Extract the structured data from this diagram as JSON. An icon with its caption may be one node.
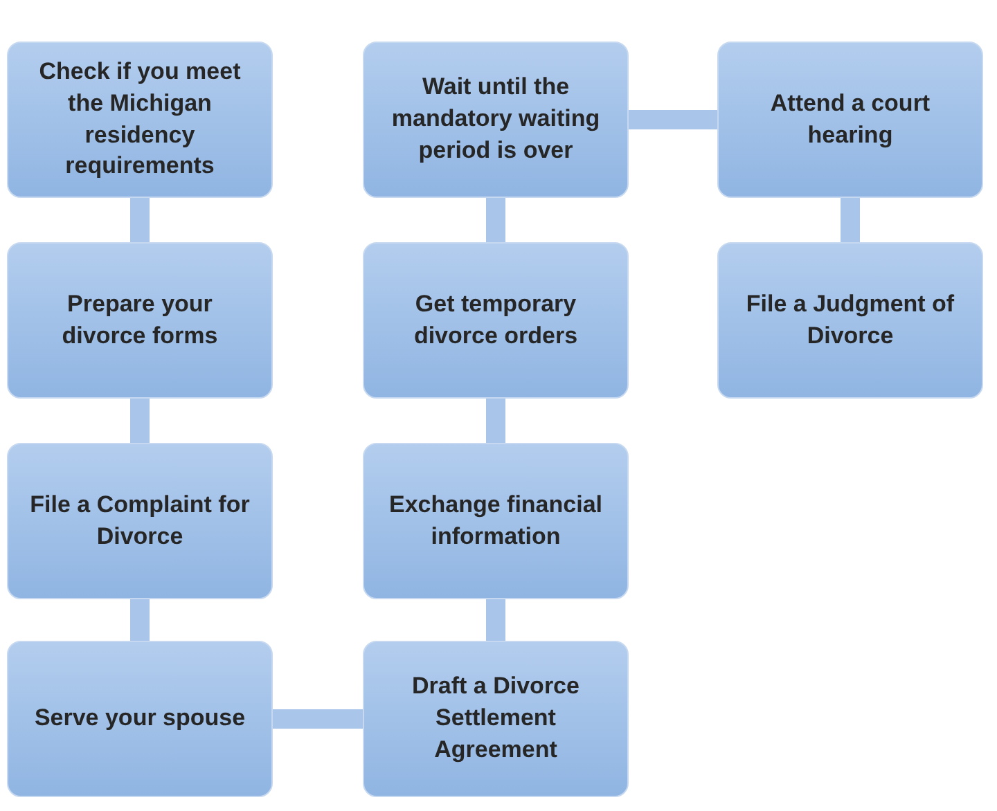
{
  "diagram": {
    "nodes": [
      {
        "text": [
          "Check if you meet the Michigan residency requirements"
        ]
      },
      {
        "text": [
          "Prepare your divorce forms"
        ]
      },
      {
        "text": [
          "File a Complaint for Divorce"
        ]
      },
      {
        "text": [
          "Serve your spouse"
        ]
      },
      {
        "text": [
          "Draft a Divorce Settlement Agreement"
        ]
      },
      {
        "text": [
          "Exchange financial information"
        ]
      },
      {
        "text": [
          "Get temporary divorce orders"
        ]
      },
      {
        "text": [
          "Wait until the mandatory waiting period is over"
        ]
      },
      {
        "text": [
          "Attend a court hearing"
        ]
      },
      {
        "text": [
          "File a Judgment of Divorce"
        ]
      }
    ],
    "edges": [
      {
        "from": 0,
        "to": 1,
        "arrow": "none"
      },
      {
        "from": 1,
        "to": 2,
        "arrow": "none"
      },
      {
        "from": 2,
        "to": 3,
        "arrow": "none"
      },
      {
        "from": 3,
        "to": 4,
        "arrow": "none"
      },
      {
        "from": 4,
        "to": 5,
        "arrow": "none"
      },
      {
        "from": 5,
        "to": 6,
        "arrow": "none"
      },
      {
        "from": 6,
        "to": 7,
        "arrow": "none"
      },
      {
        "from": 7,
        "to": 8,
        "arrow": "none"
      },
      {
        "from": 8,
        "to": 9,
        "arrow": "none"
      }
    ]
  }
}
